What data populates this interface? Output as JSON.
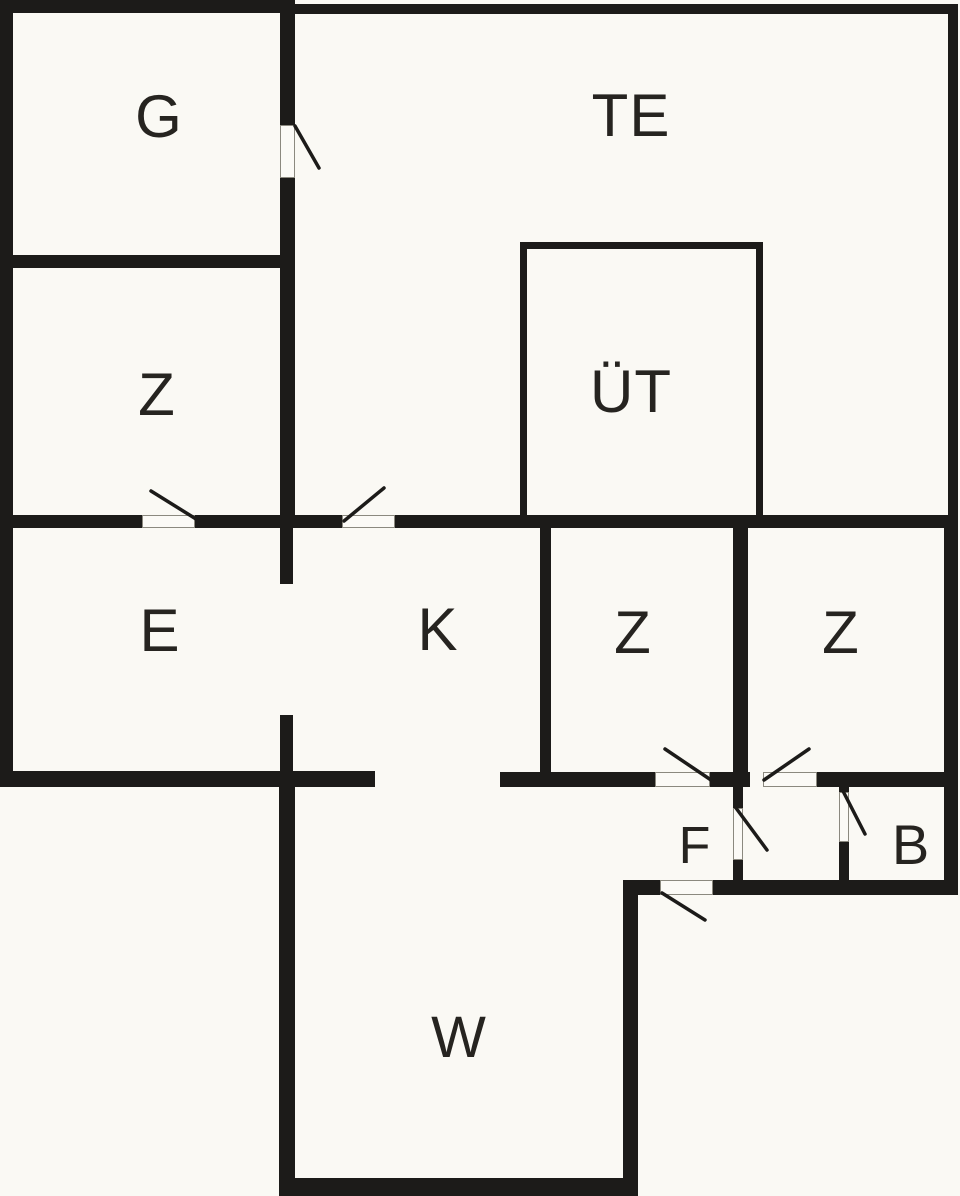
{
  "plan": {
    "type": "floor-plan",
    "background_color": "#faf9f4",
    "wall_color": "#1c1b19",
    "label_color": "#262420",
    "rooms": [
      {
        "id": "g",
        "label": "G"
      },
      {
        "id": "te",
        "label": "TE"
      },
      {
        "id": "z1",
        "label": "Z"
      },
      {
        "id": "ut",
        "label": "ÜT"
      },
      {
        "id": "e",
        "label": "E"
      },
      {
        "id": "k",
        "label": "K"
      },
      {
        "id": "z2",
        "label": "Z"
      },
      {
        "id": "z3",
        "label": "Z"
      },
      {
        "id": "f",
        "label": "F"
      },
      {
        "id": "b",
        "label": "B"
      },
      {
        "id": "w",
        "label": "W"
      }
    ],
    "door_count": 8,
    "open_passage_count": 3
  }
}
